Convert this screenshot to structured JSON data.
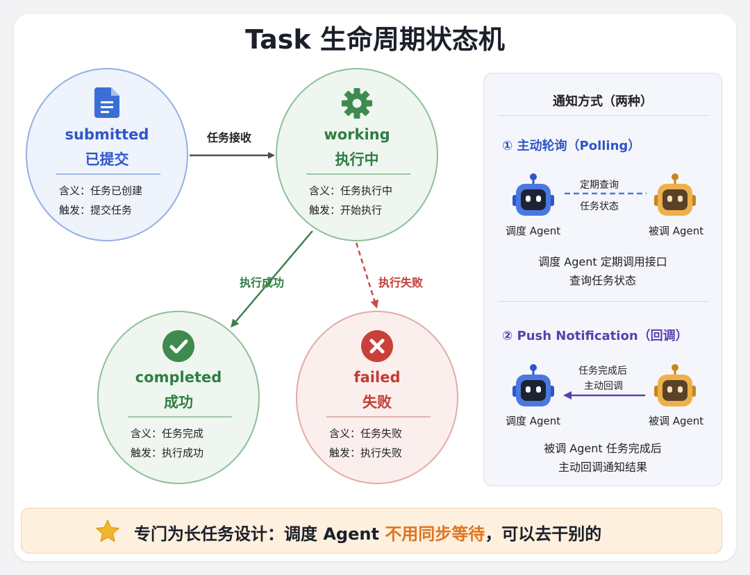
{
  "title": "Task 生命周期状态机",
  "states": {
    "submitted": {
      "en": "submitted",
      "zh": "已提交",
      "meaning": "含义：任务已创建",
      "trigger": "触发：提交任务"
    },
    "working": {
      "en": "working",
      "zh": "执行中",
      "meaning": "含义：任务执行中",
      "trigger": "触发：开始执行"
    },
    "completed": {
      "en": "completed",
      "zh": "成功",
      "meaning": "含义：任务完成",
      "trigger": "触发：执行成功"
    },
    "failed": {
      "en": "failed",
      "zh": "失败",
      "meaning": "含义：任务失败",
      "trigger": "触发：执行失败"
    }
  },
  "edges": {
    "accept": "任务接收",
    "success": "执行成功",
    "fail": "执行失败"
  },
  "panel": {
    "title": "通知方式（两种）",
    "polling": {
      "heading": "① 主动轮询（Polling）",
      "flow_top": "定期查询",
      "flow_bottom": "任务状态",
      "left_bot": "调度 Agent",
      "right_bot": "被调 Agent",
      "desc_1": "调度 Agent 定期调用接口",
      "desc_2": "查询任务状态"
    },
    "push": {
      "heading": "② Push Notification（回调）",
      "flow_top": "任务完成后",
      "flow_bottom": "主动回调",
      "left_bot": "调度 Agent",
      "right_bot": "被调 Agent",
      "desc_1": "被调 Agent 任务完成后",
      "desc_2": "主动回调通知结果"
    }
  },
  "banner": {
    "prefix": "专门为长任务设计：调度 Agent ",
    "highlight": "不用同步等待",
    "suffix": "，可以去干别的"
  },
  "colors": {
    "blue": "#2f56c7",
    "green": "#2f7d43",
    "red": "#c23b33",
    "purple": "#5a3fb0",
    "orange": "#e2731f"
  }
}
